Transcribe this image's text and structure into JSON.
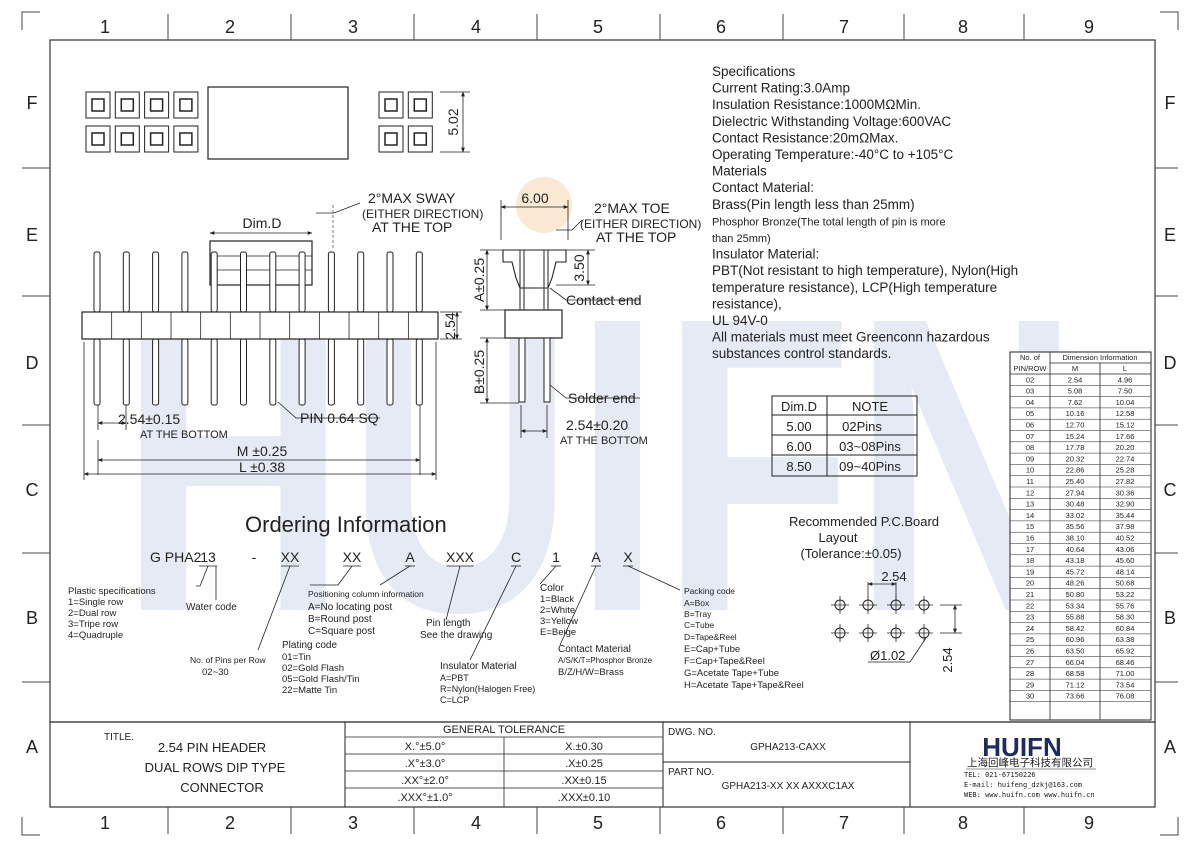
{
  "grid": {
    "columns": [
      "1",
      "2",
      "3",
      "4",
      "5",
      "6",
      "7",
      "8",
      "9"
    ],
    "rows": [
      "F",
      "E",
      "D",
      "C",
      "B",
      "A"
    ]
  },
  "watermark": "HUIFN",
  "drawing": {
    "top_view_height": "5.02",
    "sway_note": [
      "2°MAX SWAY",
      "(EITHER DIRECTION)",
      "AT THE TOP"
    ],
    "toe_note": [
      "2°MAX TOE",
      "(EITHER DIRECTION)",
      "AT THE TOP"
    ],
    "dim_d": "Dim.D",
    "pitch_side": "2.54",
    "pitch_bottom": "2.54±0.15",
    "at_the_bottom": "AT THE BOTTOM",
    "pin_sq": "PIN 0.64 SQ",
    "m_dim": "M ±0.25",
    "l_dim": "L ±0.38",
    "width_top": "6.00",
    "a_dim": "A±0.25",
    "height_350": "3.50",
    "contact_end": "Contact end",
    "b_dim": "B±0.25",
    "solder_end": "Solder end",
    "row_pitch": "2.54±0.20",
    "at_the_bottom_2": "AT THE BOTTOM"
  },
  "specs": [
    "Specifications",
    "Current Rating:3.0Amp",
    "Insulation Resistance:1000MΩMin.",
    "Dielectric Withstanding Voltage:600VAC",
    "Contact Resistance:20mΩMax.",
    "Operating Temperature:-40°C to +105°C",
    "Materials",
    "Contact Material:",
    "Brass(Pin length less than 25mm)",
    "Phosphor Bronze(The total length of pin is more",
    "than 25mm)",
    "Insulator Material:",
    "PBT(Not resistant to high temperature),  Nylon(High",
    "temperature resistance), LCP(High temperature",
    "resistance),",
    "UL 94V-0",
    "All materials must meet Greenconn hazardous",
    "substances control standards."
  ],
  "dim_note_table": {
    "headers": [
      "Dim.D",
      "NOTE"
    ],
    "rows": [
      [
        "5.00",
        "02Pins"
      ],
      [
        "6.00",
        "03~08Pins"
      ],
      [
        "8.50",
        "09~40Pins"
      ]
    ]
  },
  "dim_info_table": {
    "header_left_1": "No. of",
    "header_left_2": "PIN/ROW",
    "header_span": "Dimension Information",
    "col_m": "M",
    "col_l": "L",
    "rows": [
      [
        "02",
        "2.54",
        "4.96"
      ],
      [
        "03",
        "5.08",
        "7.50"
      ],
      [
        "04",
        "7.62",
        "10.04"
      ],
      [
        "05",
        "10.16",
        "12.58"
      ],
      [
        "06",
        "12.70",
        "15.12"
      ],
      [
        "07",
        "15.24",
        "17.66"
      ],
      [
        "08",
        "17.78",
        "20.20"
      ],
      [
        "09",
        "20.32",
        "22.74"
      ],
      [
        "10",
        "22.86",
        "25.28"
      ],
      [
        "11",
        "25.40",
        "27.82"
      ],
      [
        "12",
        "27.94",
        "30.36"
      ],
      [
        "13",
        "30.48",
        "32.90"
      ],
      [
        "14",
        "33.02",
        "35.44"
      ],
      [
        "15",
        "35.56",
        "37.98"
      ],
      [
        "16",
        "38.10",
        "40.52"
      ],
      [
        "17",
        "40.64",
        "43.06"
      ],
      [
        "18",
        "43.18",
        "45.60"
      ],
      [
        "19",
        "45.72",
        "48.14"
      ],
      [
        "20",
        "48.26",
        "50.68"
      ],
      [
        "21",
        "50.80",
        "53.22"
      ],
      [
        "22",
        "53.34",
        "55.76"
      ],
      [
        "23",
        "55.88",
        "58.30"
      ],
      [
        "24",
        "58.42",
        "60.84"
      ],
      [
        "25",
        "60.96",
        "63.38"
      ],
      [
        "26",
        "63.50",
        "65.92"
      ],
      [
        "27",
        "66.04",
        "68.46"
      ],
      [
        "28",
        "68.58",
        "71.00"
      ],
      [
        "29",
        "71.12",
        "73.54"
      ],
      [
        "30",
        "73.66",
        "76.08"
      ]
    ]
  },
  "pcb": {
    "title": [
      "Recommended P.C.Board",
      "Layout",
      "(Tolerance:±0.05)"
    ],
    "pitch_h": "2.54",
    "pitch_v": "2.54",
    "hole": "Ø1.02"
  },
  "ordering": {
    "title": "Ordering Information",
    "code": [
      "G PHA2",
      "13",
      "-",
      "XX",
      "XX",
      "A",
      "XXX",
      "C",
      "1",
      "A",
      "X"
    ],
    "plastic": [
      "Plastic specifications",
      "1=Single row",
      "2=Dual row",
      "3=Tripe row",
      "4=Quadruple"
    ],
    "water": "Water code",
    "pins_per_row": [
      "No. of Pins per Row",
      "02~30"
    ],
    "plating": [
      "Plating code",
      "01=Tin",
      "02=Gold Flash",
      "05=Gold Flash/Tin",
      "22=Matte Tin"
    ],
    "positioning": [
      "Positioning column information",
      "A=No locating post",
      "B=Round post",
      "C=Square post"
    ],
    "pin_length": [
      "Pin length",
      "See the drawing"
    ],
    "insulator": [
      "Insulator Material",
      "A=PBT",
      "R=Nylon(Halogen Free)",
      "C=LCP"
    ],
    "color": [
      "Color",
      "1=Black",
      "2=White",
      "3=Yellow",
      "E=Beige"
    ],
    "contact": [
      "Contact Material",
      "A/S/K/T=Phosphor Bronze",
      "B/Z/H/W=Brass"
    ],
    "packing": [
      "Packing code",
      "A=Box",
      "B=Tray",
      "C=Tube",
      "D=Tape&Reel",
      "E=Cap+Tube",
      "F=Cap+Tape&Reel",
      "G=Acetate Tape+Tube",
      "H=Acetate Tape+Tape&Reel"
    ]
  },
  "title_block": {
    "title_label": "TITLE.",
    "title_lines": [
      "2.54 PIN HEADER",
      "DUAL ROWS DIP TYPE",
      "CONNECTOR"
    ],
    "tolerance_header": "GENERAL TOLERANCE",
    "tolerances": [
      [
        "X.°±5.0°",
        "X.±0.30"
      ],
      [
        ".X°±3.0°",
        ".X±0.25"
      ],
      [
        ".XX°±2.0°",
        ".XX±0.15"
      ],
      [
        ".XXX°±1.0°",
        ".XXX±0.10"
      ]
    ],
    "dwg_no_label": "DWG. NO.",
    "dwg_no": "GPHA213-CAXX",
    "part_no_label": "PART NO.",
    "part_no": "GPHA213-XX XX AXXXC1AX",
    "logo": "HUIFN",
    "company": "上海回峰电子科技有限公司",
    "tel": "TEL: 021-67150226",
    "email": "E-mail: huifeng_dzkj@163.com",
    "web": "WEB: www.huifn.com  www.huifn.cn"
  }
}
